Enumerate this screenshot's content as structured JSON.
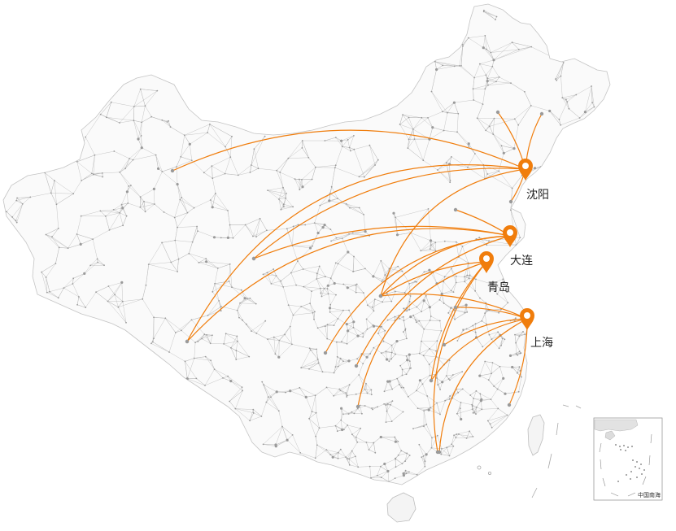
{
  "map": {
    "colors": {
      "route": "#f07d0c",
      "marker": "#f07d0c",
      "mesh": "#b8b8b8",
      "node": "#9a9a9a",
      "background": "#ffffff"
    },
    "cities": [
      {
        "id": "shenyang",
        "label": "沈阳"
      },
      {
        "id": "dalian",
        "label": "大连"
      },
      {
        "id": "qingdao",
        "label": "青岛"
      },
      {
        "id": "shanghai",
        "label": "上海"
      }
    ],
    "inset": {
      "label": "中国南海"
    }
  }
}
